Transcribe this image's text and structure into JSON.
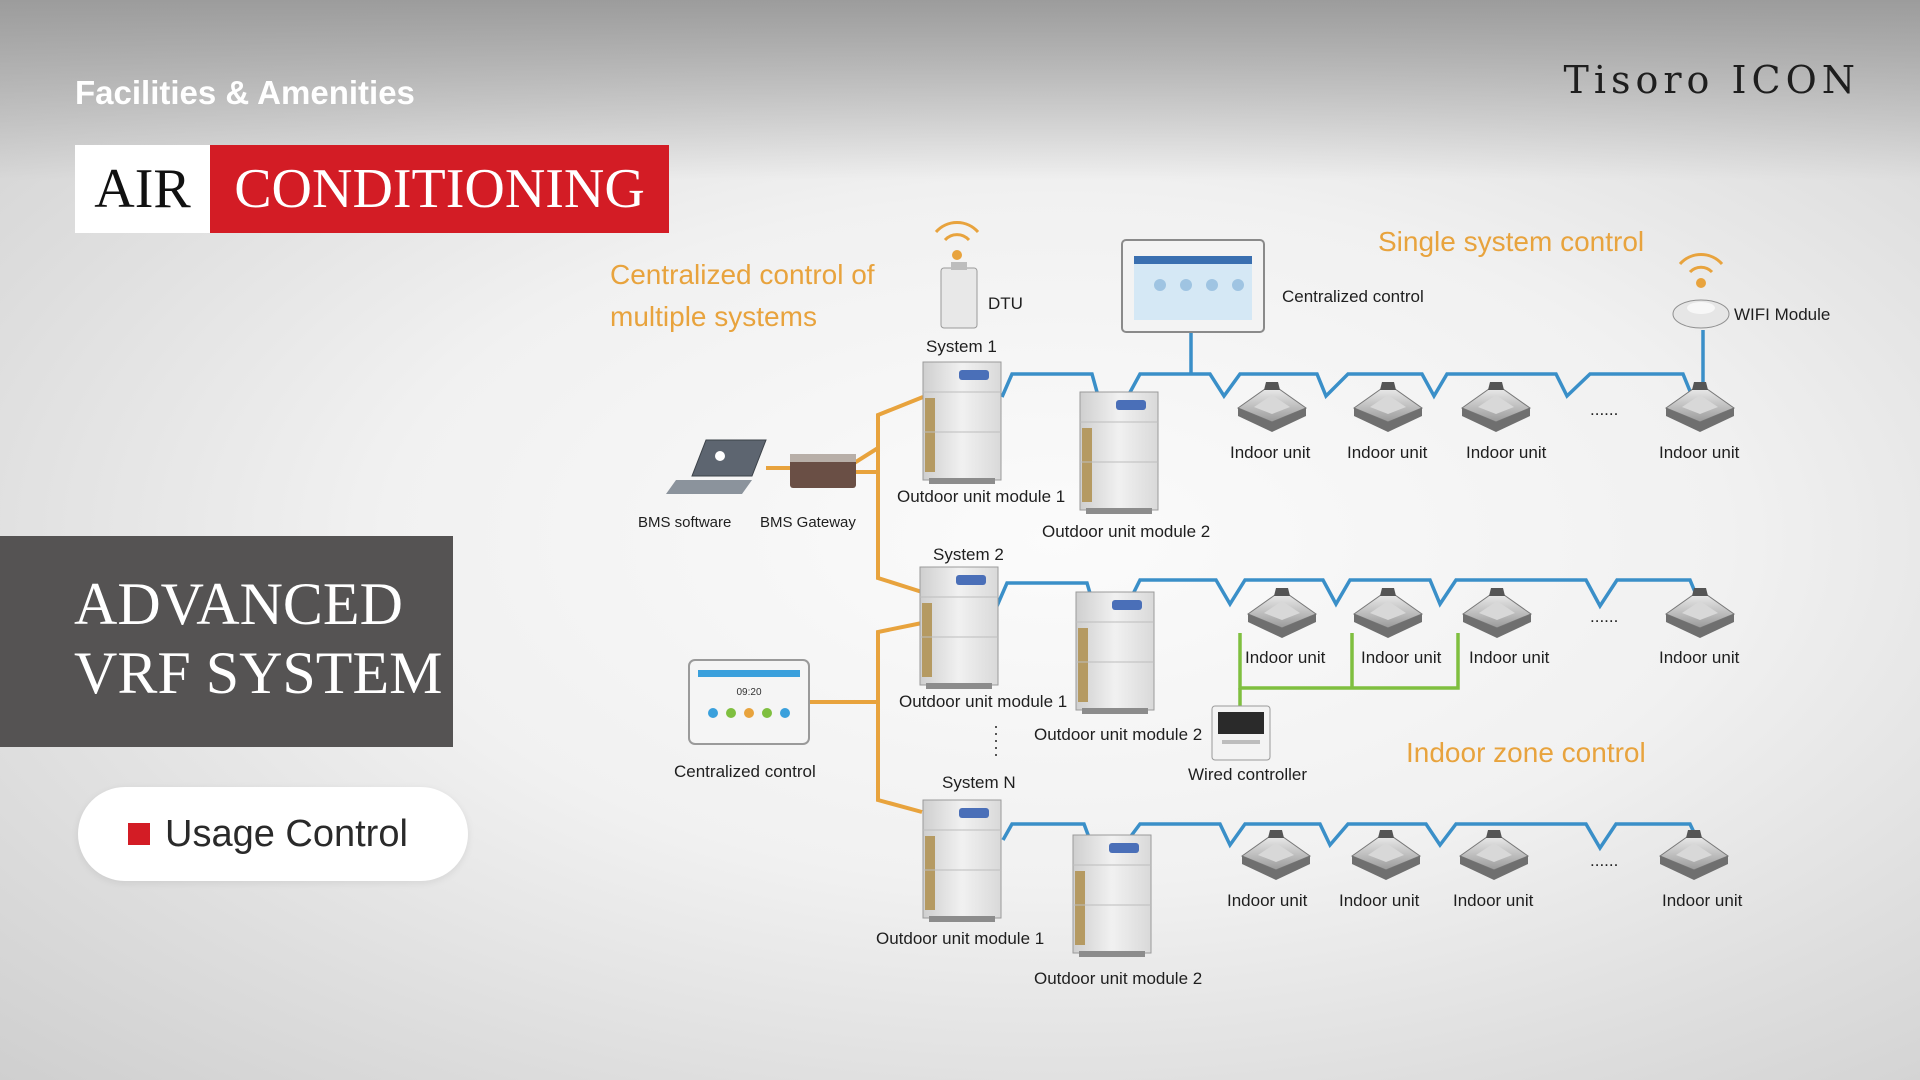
{
  "header": {
    "section_title": "Facilities & Amenities",
    "brand": "Tisoro ICON",
    "title_part1": "AIR",
    "title_part2": "CONDITIONING"
  },
  "side": {
    "heading_line1": "ADVANCED",
    "heading_line2": "VRF SYSTEM",
    "usage_label": "Usage Control"
  },
  "colors": {
    "accent_red": "#d31c25",
    "panel_gray": "#555353",
    "orange_line": "#e8a33d",
    "blue_line": "#3a8fc8",
    "green_line": "#7fbf3f",
    "annotation_orange": "#e8a33d"
  },
  "diagram": {
    "annotations": {
      "centralized_multiple_line1": "Centralized control of",
      "centralized_multiple_line2": "multiple systems",
      "single_system": "Single system control",
      "indoor_zone": "Indoor zone control"
    },
    "labels": {
      "dtu": "DTU",
      "centralized_control_top": "Centralized control",
      "wifi_module": "WIFI Module",
      "bms_software": "BMS software",
      "bms_gateway": "BMS Gateway",
      "centralized_control_left": "Centralized control",
      "wired_controller": "Wired controller",
      "panel_clock": "09:20",
      "ellipsis": "......"
    },
    "systems": [
      {
        "name": "System 1",
        "module1": "Outdoor unit module 1",
        "module2": "Outdoor unit module 2",
        "indoor": [
          "Indoor unit",
          "Indoor unit",
          "Indoor unit",
          "Indoor unit"
        ]
      },
      {
        "name": "System 2",
        "module1": "Outdoor unit module 1",
        "module2": "Outdoor unit module 2",
        "indoor": [
          "Indoor unit",
          "Indoor unit",
          "Indoor unit",
          "Indoor unit"
        ]
      },
      {
        "name": "System N",
        "module1": "Outdoor unit module 1",
        "module2": "Outdoor unit module 2",
        "indoor": [
          "Indoor unit",
          "Indoor unit",
          "Indoor unit",
          "Indoor unit"
        ]
      }
    ]
  }
}
